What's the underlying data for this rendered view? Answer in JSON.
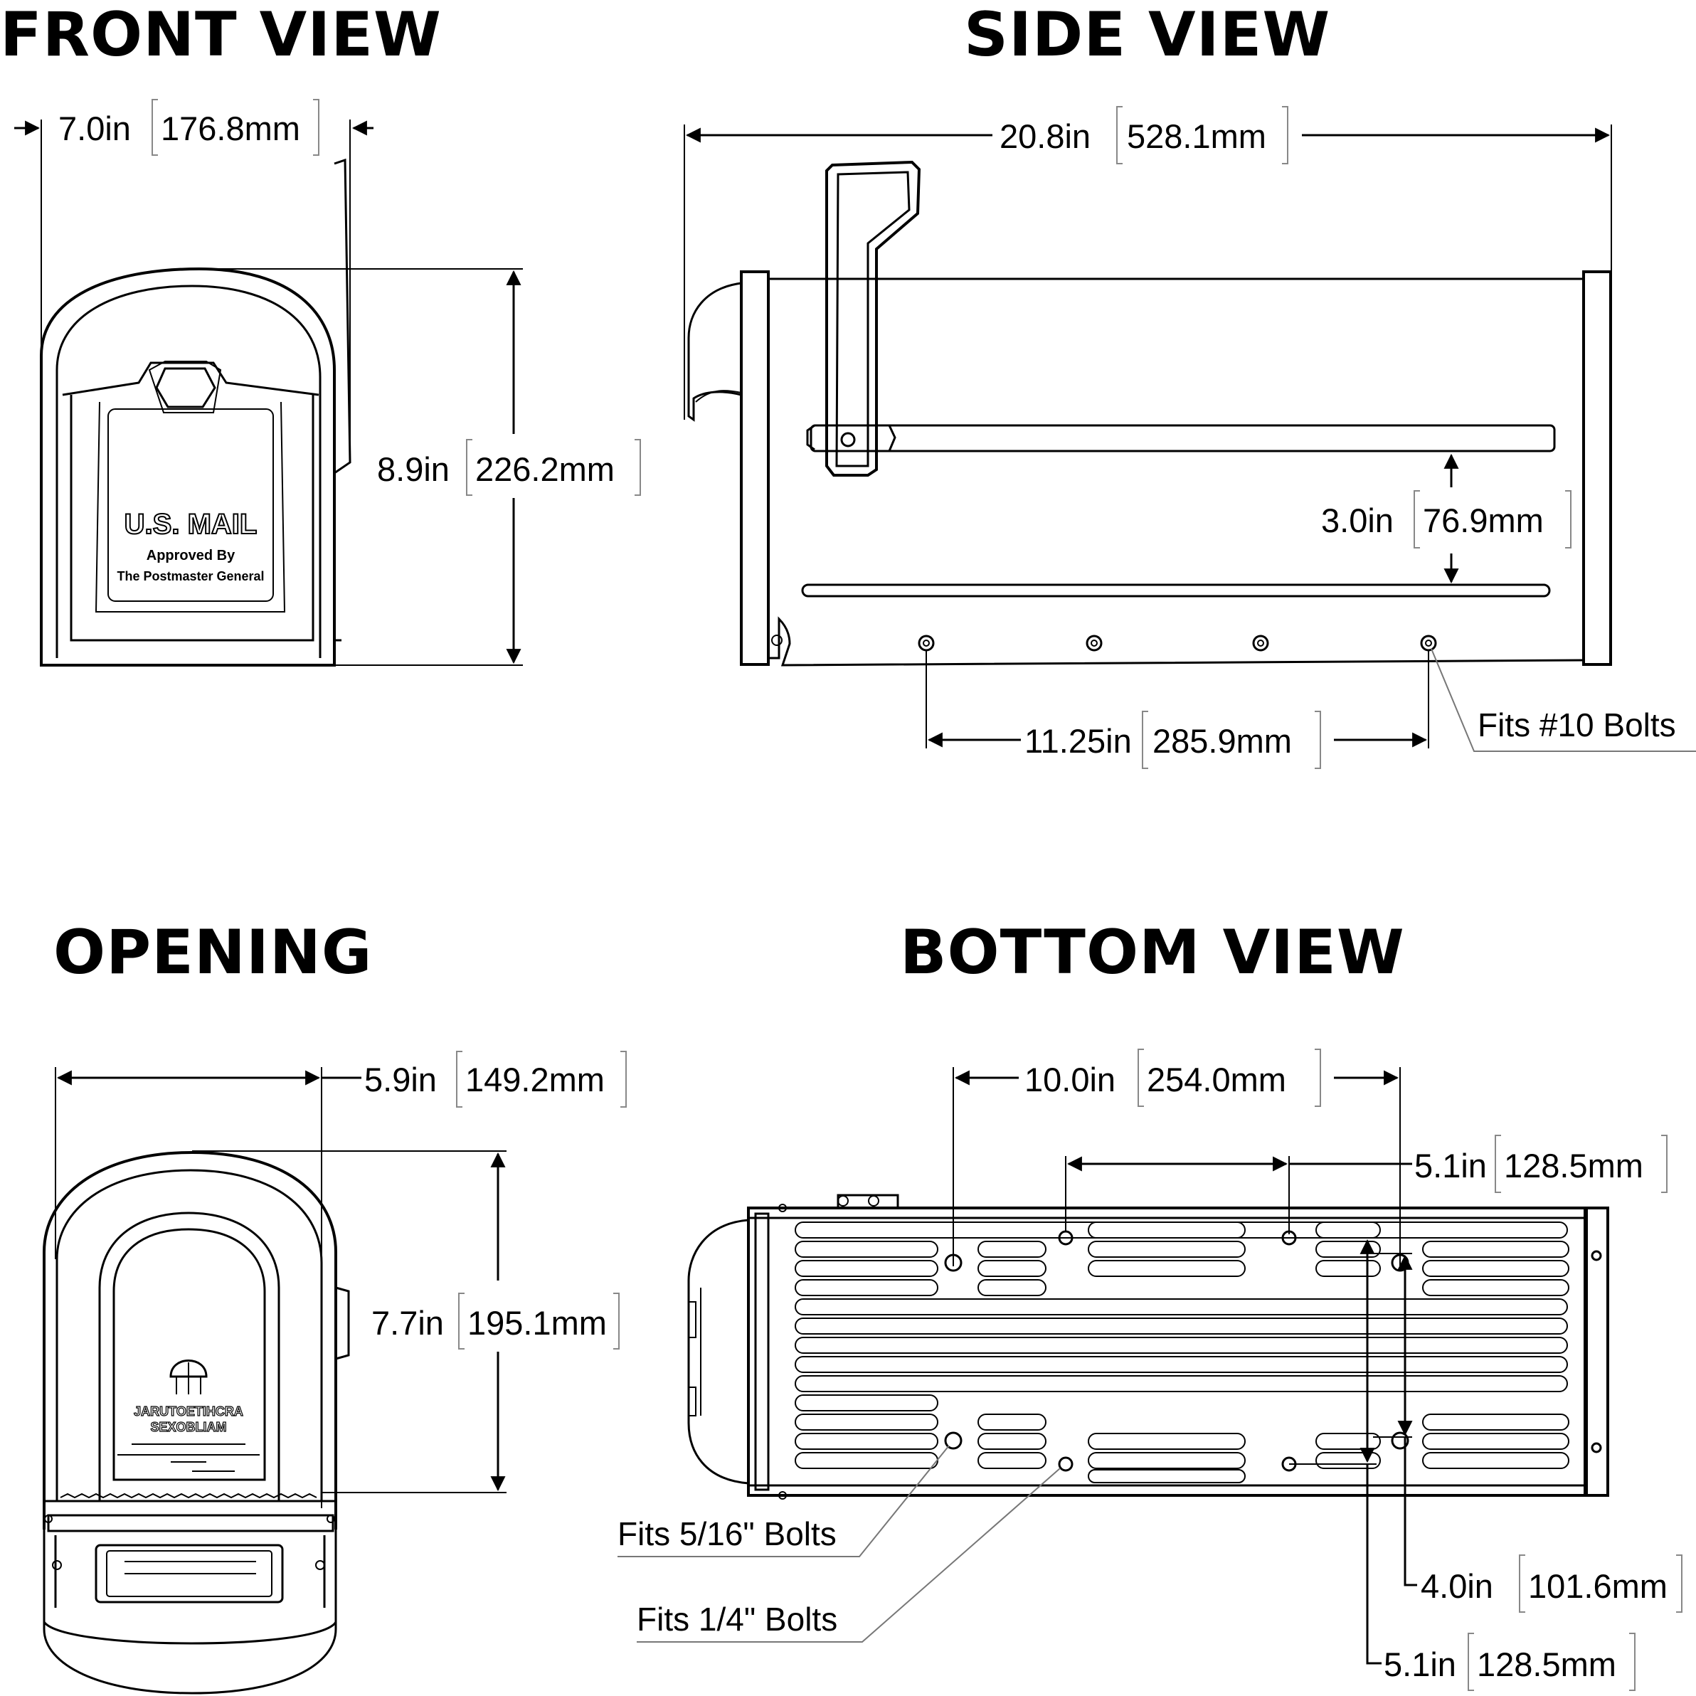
{
  "views": {
    "front": {
      "title": "FRONT VIEW"
    },
    "side": {
      "title": "SIDE VIEW"
    },
    "opening": {
      "title": "OPENING"
    },
    "bottom": {
      "title": "BOTTOM VIEW"
    }
  },
  "dimensions": {
    "front_width": {
      "in": "7.0in",
      "mm": "176.8mm"
    },
    "front_height": {
      "in": "8.9in",
      "mm": "226.2mm"
    },
    "side_length": {
      "in": "20.8in",
      "mm": "528.1mm"
    },
    "side_rail_gap": {
      "in": "3.0in",
      "mm": "76.9mm"
    },
    "side_bolt_span": {
      "in": "11.25in",
      "mm": "285.9mm"
    },
    "opening_width": {
      "in": "5.9in",
      "mm": "149.2mm"
    },
    "opening_height": {
      "in": "7.7in",
      "mm": "195.1mm"
    },
    "bottom_span_long": {
      "in": "10.0in",
      "mm": "254.0mm"
    },
    "bottom_span_mid": {
      "in": "5.1in",
      "mm": "128.5mm"
    },
    "bottom_cross_a": {
      "in": "4.0in",
      "mm": "101.6mm"
    },
    "bottom_cross_b": {
      "in": "5.1in",
      "mm": "128.5mm"
    }
  },
  "notes": {
    "side_bolts": "Fits #10 Bolts",
    "bolts_5_16": "Fits 5/16\" Bolts",
    "bolts_1_4": "Fits 1/4\" Bolts"
  },
  "door_plate": {
    "line1": "U.S. MAIL",
    "line2": "Approved By",
    "line3": "The Postmaster General"
  }
}
